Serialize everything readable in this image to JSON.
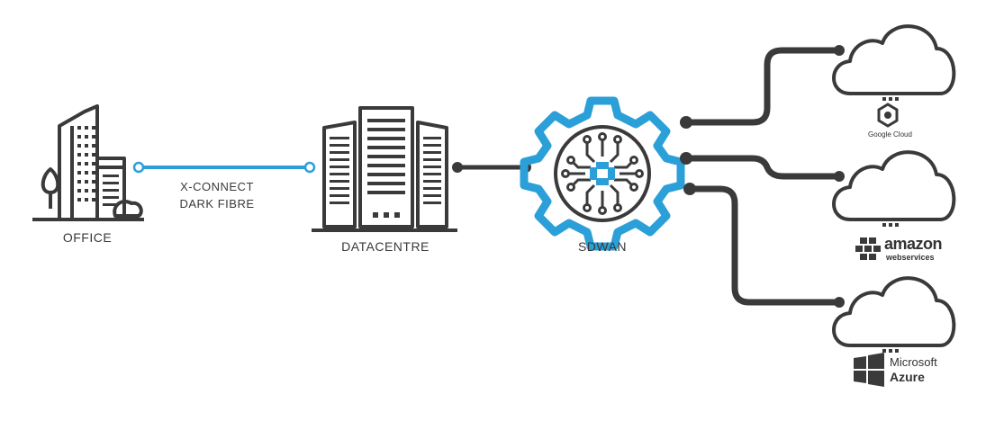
{
  "nodes": {
    "office": "OFFICE",
    "datacentre": "DATACENTRE",
    "sdwan": "SDWAN"
  },
  "link": {
    "line1": "X-CONNECT",
    "line2": "DARK FIBRE"
  },
  "clouds": {
    "google": "Google Cloud",
    "amazon_word": "amazon",
    "amazon_sub": "webservices",
    "ms_word": "Microsoft",
    "ms_sub": "Azure"
  },
  "colors": {
    "icon_dark": "#3a3a3a",
    "accent_blue": "#2b9fd8"
  }
}
